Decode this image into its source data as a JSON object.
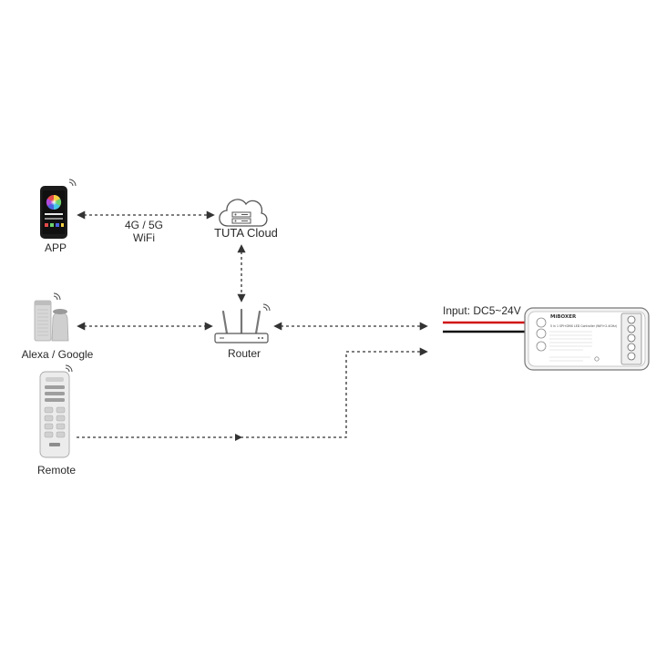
{
  "nodes": {
    "app": {
      "label": "APP"
    },
    "cloud": {
      "label": "TUTA Cloud"
    },
    "alexa": {
      "label": "Alexa / Google"
    },
    "router": {
      "label": "Router"
    },
    "remote": {
      "label": "Remote"
    }
  },
  "links": {
    "app_cloud": {
      "line1": "4G / 5G",
      "line2": "WiFi"
    }
  },
  "controller": {
    "input_label": "Input:  DC5~24V",
    "brand": "MiBOXER",
    "model_line": "5 in 1 SPI+DMX LED Controller (WiFi+2.4GHz)",
    "wire_colors": {
      "positive": "#d01010",
      "negative": "#111111"
    }
  },
  "colors": {
    "line": "#333333",
    "device": "#bdbdbd",
    "device_dark": "#9a9a9a"
  }
}
